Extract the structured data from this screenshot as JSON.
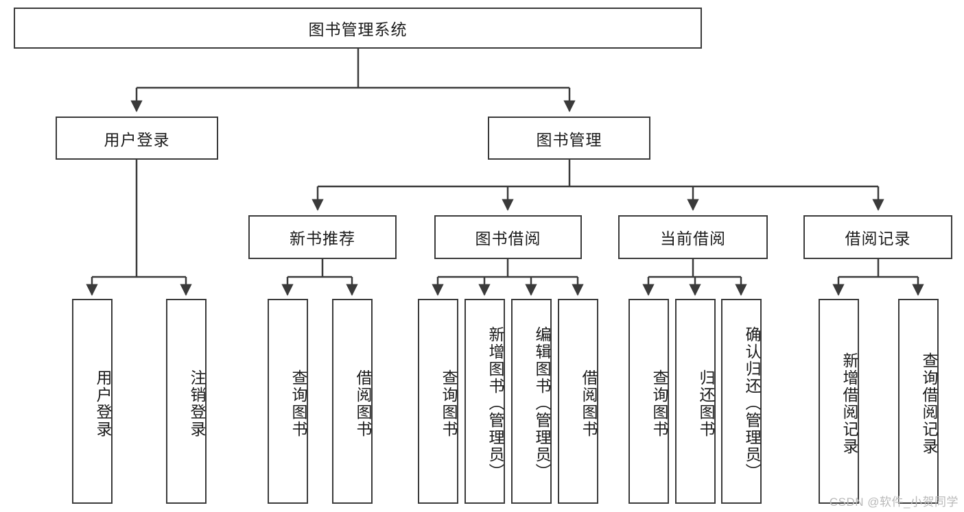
{
  "diagram": {
    "title": "图书管理系统",
    "type": "tree-hierarchy",
    "watermark": "CSDN @软件_小贺同学",
    "colors": {
      "border": "#3a3a3a",
      "background": "#ffffff",
      "text": "#1a1a1a",
      "watermark": "#b9b9b9"
    },
    "levels": {
      "root": {
        "label": "图书管理系统"
      },
      "level2": [
        {
          "label": "用户登录"
        },
        {
          "label": "图书管理"
        }
      ],
      "level3": [
        {
          "label": "新书推荐"
        },
        {
          "label": "图书借阅"
        },
        {
          "label": "当前借阅"
        },
        {
          "label": "借阅记录"
        }
      ],
      "leaves": {
        "user_login": [
          {
            "label": "用户登录"
          },
          {
            "label": "注销登录"
          }
        ],
        "new_book_recommend": [
          {
            "label": "查询图书"
          },
          {
            "label": "借阅图书"
          }
        ],
        "book_borrow": [
          {
            "label": "查询图书"
          },
          {
            "label": "新增图书（管理员）"
          },
          {
            "label": "编辑图书（管理员）"
          },
          {
            "label": "借阅图书"
          }
        ],
        "current_borrow": [
          {
            "label": "查询图书"
          },
          {
            "label": "归还图书"
          },
          {
            "label": "确认归还（管理员）"
          }
        ],
        "borrow_record": [
          {
            "label": "新增借阅记录"
          },
          {
            "label": "查询借阅记录"
          }
        ]
      }
    }
  }
}
